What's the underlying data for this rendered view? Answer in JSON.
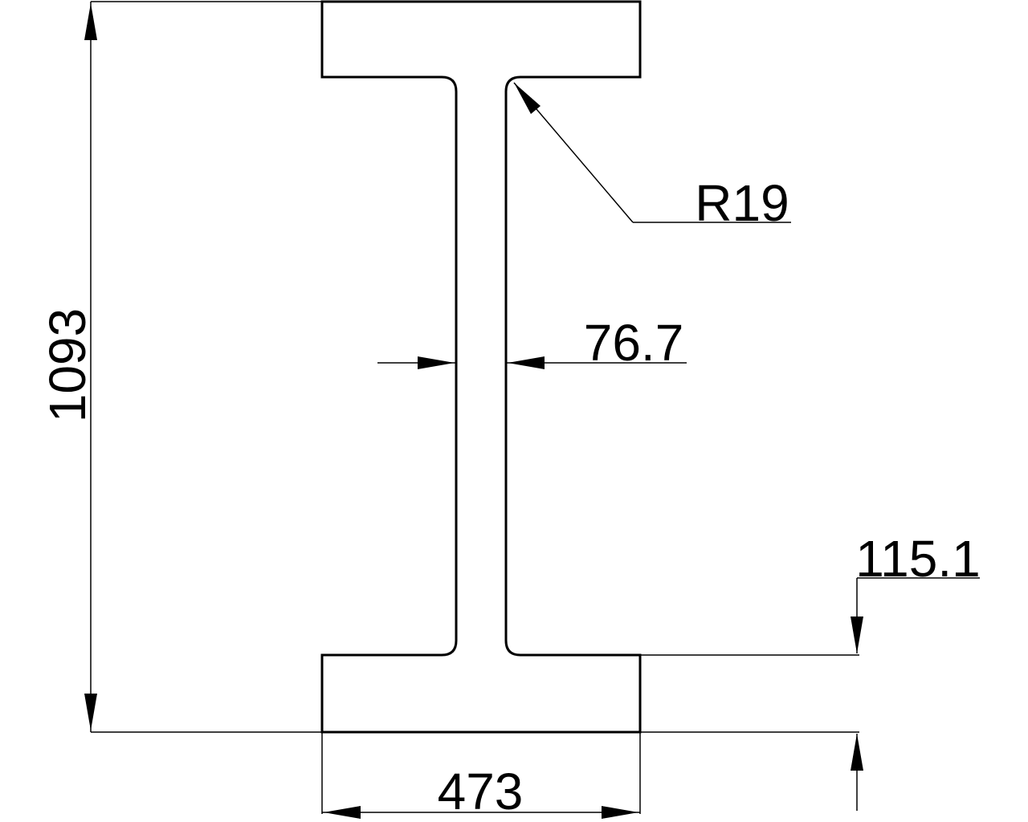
{
  "drawing": {
    "title": "",
    "colors": {
      "line": "#000000",
      "background": "#ffffff"
    },
    "dimensions": {
      "depth": "1093",
      "flange_width": "473",
      "web_thickness": "76.7",
      "flange_thickness": "115.1",
      "fillet_radius": "R19"
    }
  }
}
